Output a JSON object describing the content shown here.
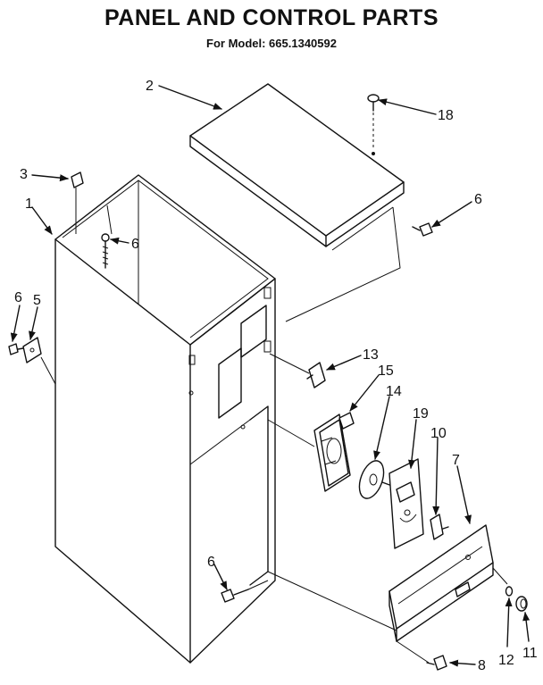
{
  "title": "PANEL AND CONTROL PARTS",
  "subtitle": "For Model: 665.1340592",
  "callouts": {
    "c1": "1",
    "c2": "2",
    "c3": "3",
    "c5": "5",
    "c6a": "6",
    "c6b": "6",
    "c6c": "6",
    "c6d": "6",
    "c7": "7",
    "c8": "8",
    "c10": "10",
    "c11": "11",
    "c12": "12",
    "c13": "13",
    "c14": "14",
    "c15": "15",
    "c18": "18",
    "c19": "19"
  }
}
